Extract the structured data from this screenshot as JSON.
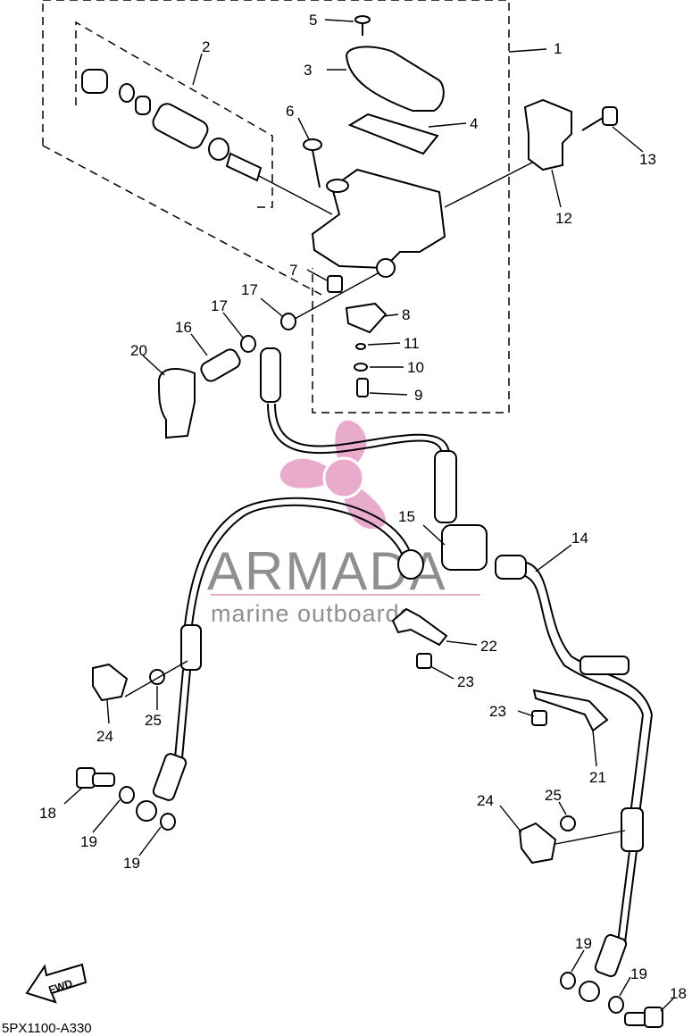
{
  "watermark": {
    "brand": "ARMADA",
    "tagline": "marine outboards",
    "accent_color": "#e8a7c9",
    "logo_icon": "propeller-logo-icon"
  },
  "diagram_code": "5PX1100-A330",
  "fwd_label": "FWD",
  "callouts": {
    "p1": "1",
    "p2": "2",
    "p3": "3",
    "p4": "4",
    "p5": "5",
    "p6": "6",
    "p7": "7",
    "p8": "8",
    "p9": "9",
    "p10": "10",
    "p11": "11",
    "p12": "12",
    "p13": "13",
    "p14": "14",
    "p15": "15",
    "p16": "16",
    "p17a": "17",
    "p17b": "17",
    "p18a": "18",
    "p18b": "18",
    "p19a": "19",
    "p19b": "19",
    "p19c": "19",
    "p19d": "19",
    "p20": "20",
    "p21": "21",
    "p22": "22",
    "p23a": "23",
    "p23b": "23",
    "p24a": "24",
    "p24b": "24",
    "p25a": "25",
    "p25b": "25"
  }
}
